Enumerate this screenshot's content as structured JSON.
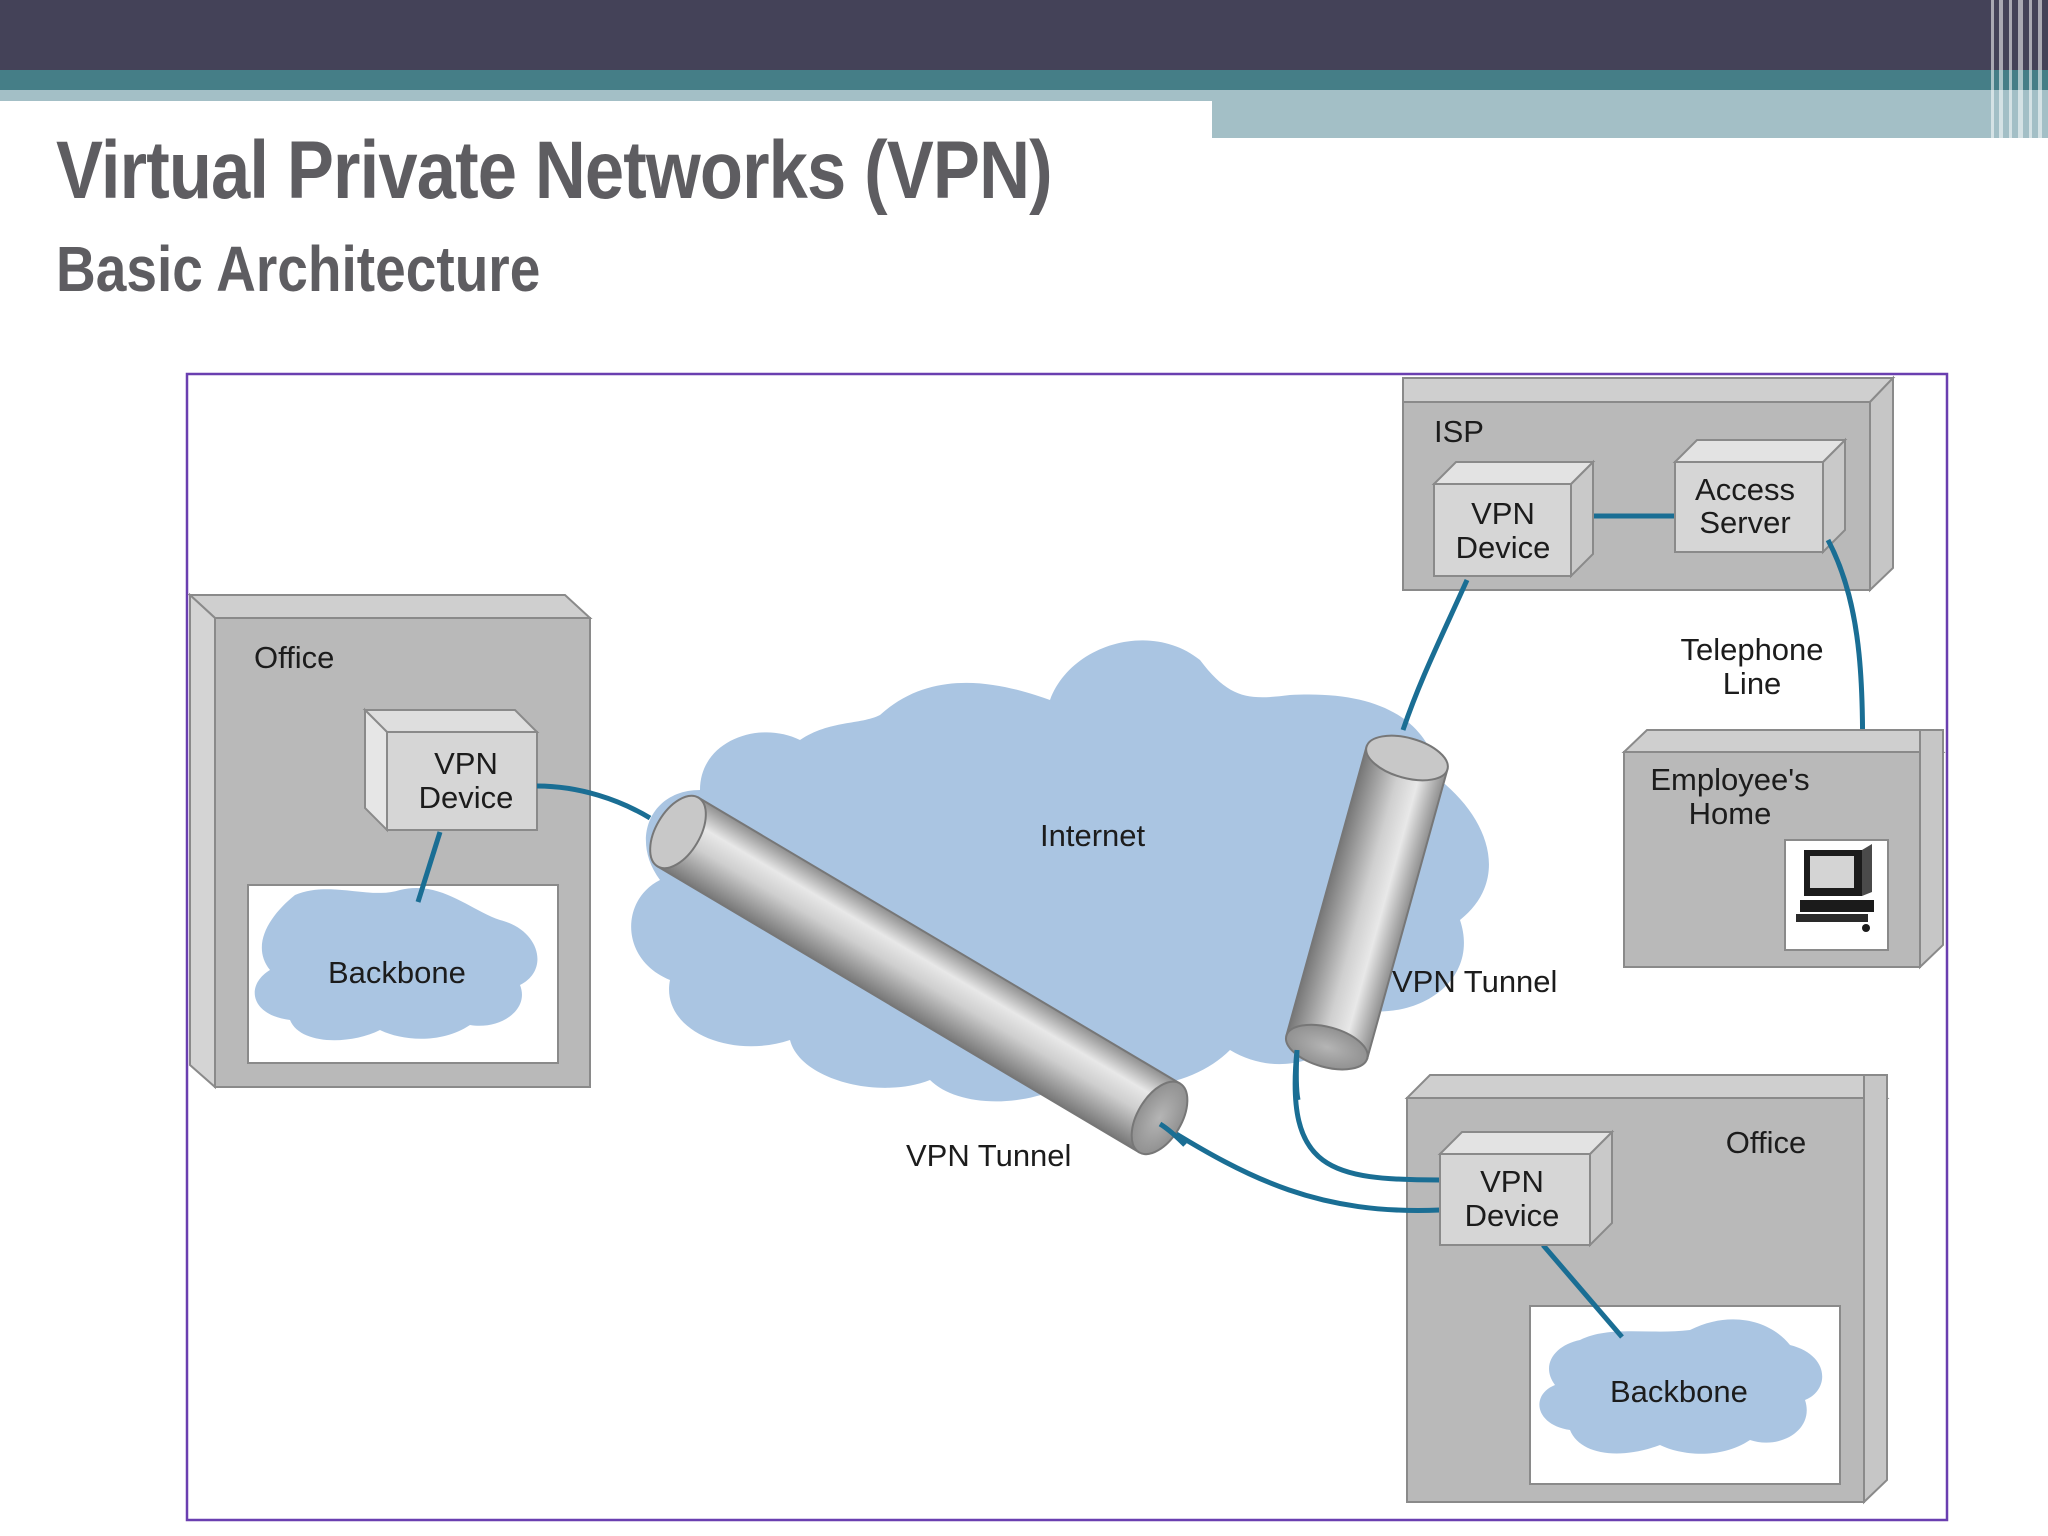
{
  "slide": {
    "title": "Virtual Private Networks (VPN)",
    "subtitle": "Basic Architecture"
  },
  "diagram": {
    "isp": {
      "label": "ISP",
      "vpn_device": [
        "VPN",
        "Device"
      ],
      "access_server": [
        "Access",
        "Server"
      ]
    },
    "telephone_line": [
      "Telephone",
      "Line"
    ],
    "employee_home": {
      "label": [
        "Employee's",
        "Home"
      ]
    },
    "office_left": {
      "label": "Office",
      "vpn_device": [
        "VPN",
        "Device"
      ],
      "backbone": "Backbone"
    },
    "office_right": {
      "label": "Office",
      "vpn_device": [
        "VPN",
        "Device"
      ],
      "backbone": "Backbone"
    },
    "internet_label": "Internet",
    "tunnel_left_label": "VPN Tunnel",
    "tunnel_right_label": "VPN Tunnel"
  },
  "colors": {
    "header_dark": "#444258",
    "header_teal": "#457e87",
    "header_light_teal": "#a3bfc6",
    "title_gray": "#5e5d61",
    "frame_border": "#6a3fb0",
    "box_gray": "#b9b9b9",
    "cloud_blue": "#aac5e2",
    "link_blue": "#1a6e94"
  }
}
